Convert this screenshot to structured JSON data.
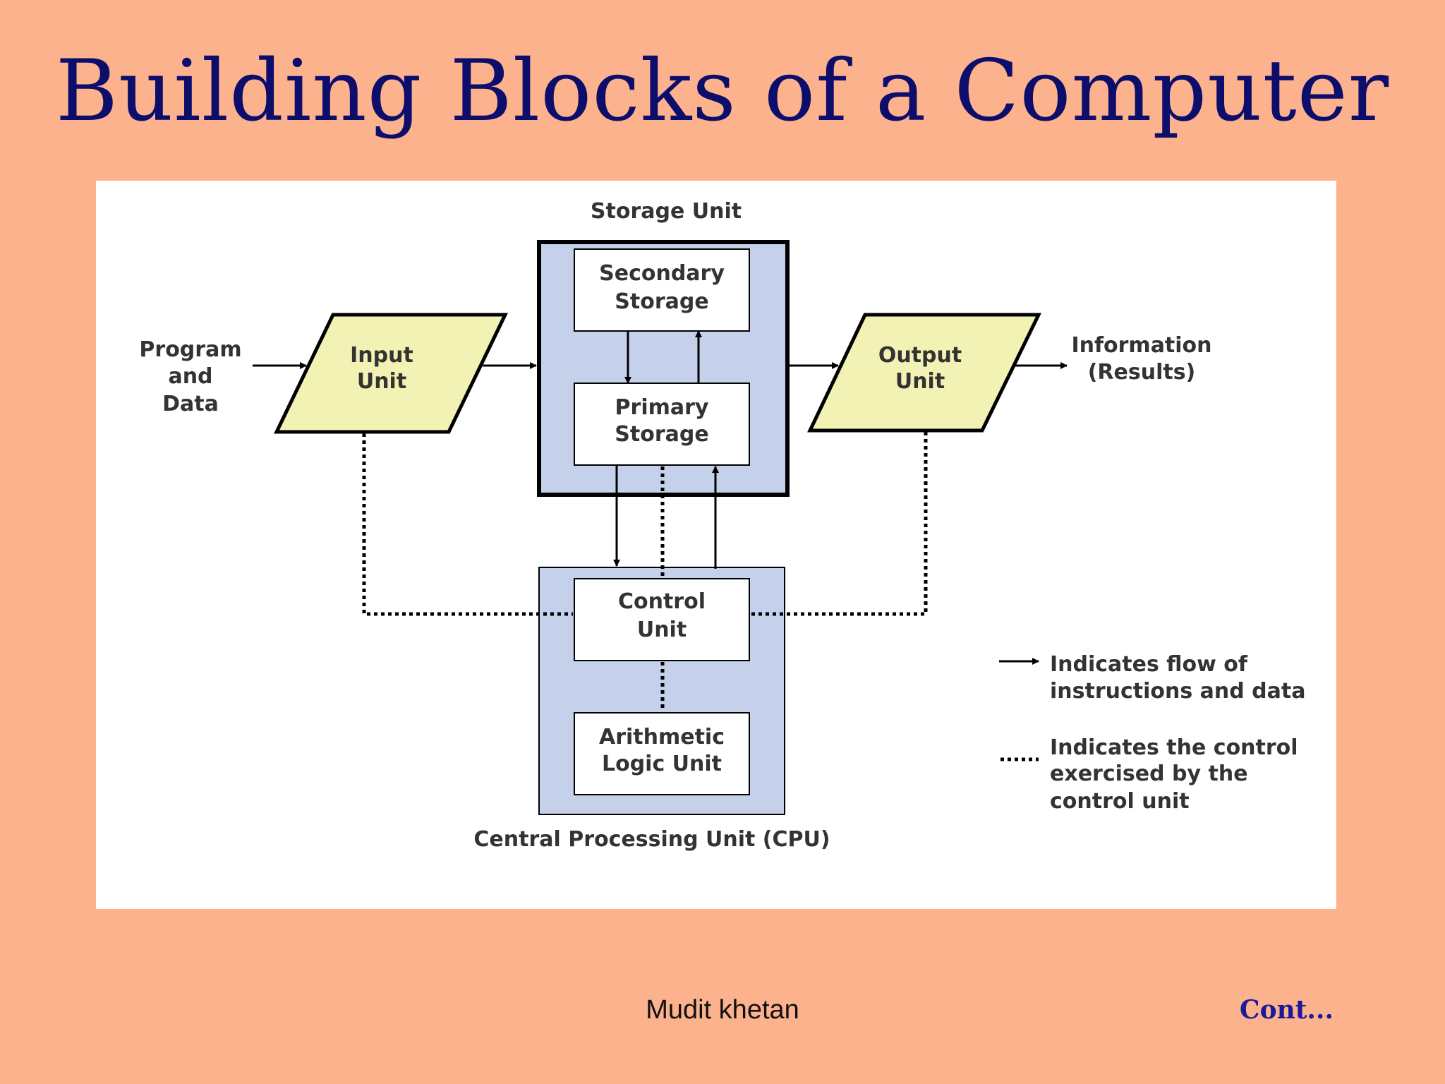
{
  "slide": {
    "title": "Building Blocks of a Computer",
    "author": "Mudit khetan",
    "cont_label": "Cont..."
  },
  "diagram": {
    "storage_unit_label": "Storage Unit",
    "secondary_storage": [
      "Secondary",
      "Storage"
    ],
    "primary_storage": [
      "Primary",
      "Storage"
    ],
    "input_unit": [
      "Input",
      "Unit"
    ],
    "output_unit": [
      "Output",
      "Unit"
    ],
    "program_data": [
      "Program",
      "and",
      "Data"
    ],
    "information": [
      "Information",
      "(Results)"
    ],
    "control_unit": [
      "Control",
      "Unit"
    ],
    "alu": [
      "Arithmetic",
      "Logic Unit"
    ],
    "cpu_label": "Central Processing Unit (CPU)",
    "legend_flow": [
      "Indicates flow of",
      "instructions and data"
    ],
    "legend_control": [
      "Indicates the control",
      "exercised by the",
      "control unit"
    ]
  },
  "colors": {
    "background": "#FDB28E",
    "title": "#0D0D6B",
    "unit_fill": "#C5D0EA",
    "io_fill": "#F2F2B4"
  }
}
